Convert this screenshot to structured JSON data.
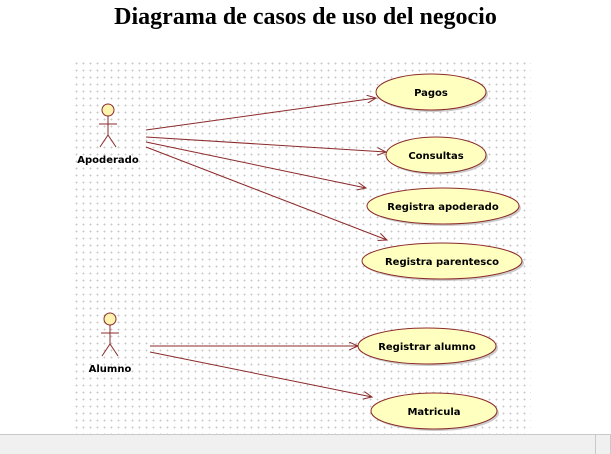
{
  "title": "Diagrama de casos de uso del negocio",
  "colors": {
    "actor_fill": "#fff3b0",
    "actor_stroke": "#8b2a2a",
    "usecase_fill": "#ffffc0",
    "usecase_stroke": "#8b2a2a",
    "association": "#8b2a2a"
  },
  "actors": [
    {
      "id": "apoderado",
      "label": "Apoderado"
    },
    {
      "id": "alumno",
      "label": "Alumno"
    }
  ],
  "use_cases": [
    {
      "id": "pagos",
      "label": "Pagos"
    },
    {
      "id": "consultas",
      "label": "Consultas"
    },
    {
      "id": "registra_apoderado",
      "label": "Registra apoderado"
    },
    {
      "id": "registra_parentesco",
      "label": "Registra parentesco"
    },
    {
      "id": "registrar_alumno",
      "label": "Registrar alumno"
    },
    {
      "id": "matricula",
      "label": "Matricula"
    }
  ],
  "associations": [
    {
      "from": "apoderado",
      "to": "pagos"
    },
    {
      "from": "apoderado",
      "to": "consultas"
    },
    {
      "from": "apoderado",
      "to": "registra_apoderado"
    },
    {
      "from": "apoderado",
      "to": "registra_parentesco"
    },
    {
      "from": "alumno",
      "to": "registrar_alumno"
    },
    {
      "from": "alumno",
      "to": "matricula"
    }
  ]
}
